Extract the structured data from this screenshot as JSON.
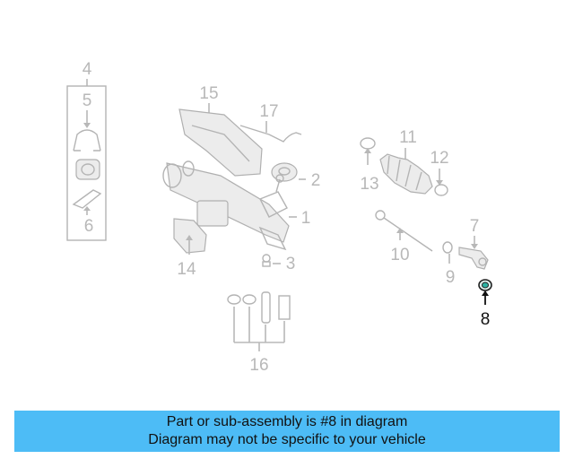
{
  "callouts": [
    {
      "id": "1",
      "label": "1"
    },
    {
      "id": "2",
      "label": "2"
    },
    {
      "id": "3",
      "label": "3"
    },
    {
      "id": "4",
      "label": "4"
    },
    {
      "id": "5",
      "label": "5"
    },
    {
      "id": "6",
      "label": "6"
    },
    {
      "id": "7",
      "label": "7"
    },
    {
      "id": "8",
      "label": "8",
      "highlighted": true
    },
    {
      "id": "9",
      "label": "9"
    },
    {
      "id": "10",
      "label": "10"
    },
    {
      "id": "11",
      "label": "11"
    },
    {
      "id": "12",
      "label": "12"
    },
    {
      "id": "13",
      "label": "13"
    },
    {
      "id": "14",
      "label": "14"
    },
    {
      "id": "15",
      "label": "15"
    },
    {
      "id": "16",
      "label": "16"
    },
    {
      "id": "17",
      "label": "17"
    }
  ],
  "colors": {
    "highlight": "#111111",
    "muted": "#b8b8b8",
    "banner_bg": "#4dbcf6",
    "highlight_part": "#2bb3a3"
  },
  "banner": {
    "line1": "Part or sub-assembly is #8 in diagram",
    "line2": "Diagram may not be specific to your vehicle"
  }
}
